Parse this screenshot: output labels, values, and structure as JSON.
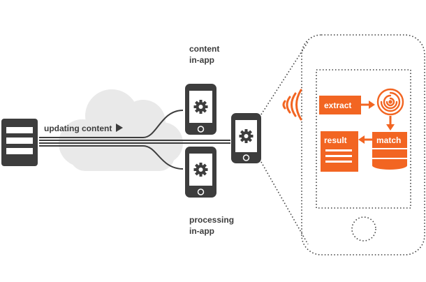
{
  "labels": {
    "content_in_app_line1": "content",
    "content_in_app_line2": "in-app",
    "updating_content": "updating content",
    "processing_in_app_line1": "processing",
    "processing_in_app_line2": "in-app",
    "extract": "extract",
    "match": "match",
    "result": "result"
  },
  "icons": {
    "server": "server-icon",
    "cloud": "cloud-icon",
    "play_arrow": "play-arrow-icon",
    "phone_content": "phone-gear-icon",
    "phone_processing": "phone-gear-icon",
    "phone_hub": "phone-gear-icon",
    "signal": "signal-waves-icon",
    "fingerprint": "fingerprint-spiral-icon",
    "database": "database-icon",
    "result_doc": "document-icon"
  },
  "colors": {
    "dark": "#3d3d3d",
    "accent": "#f26522",
    "cloud": "#e9e9e9",
    "text": "#3c3c3c"
  }
}
